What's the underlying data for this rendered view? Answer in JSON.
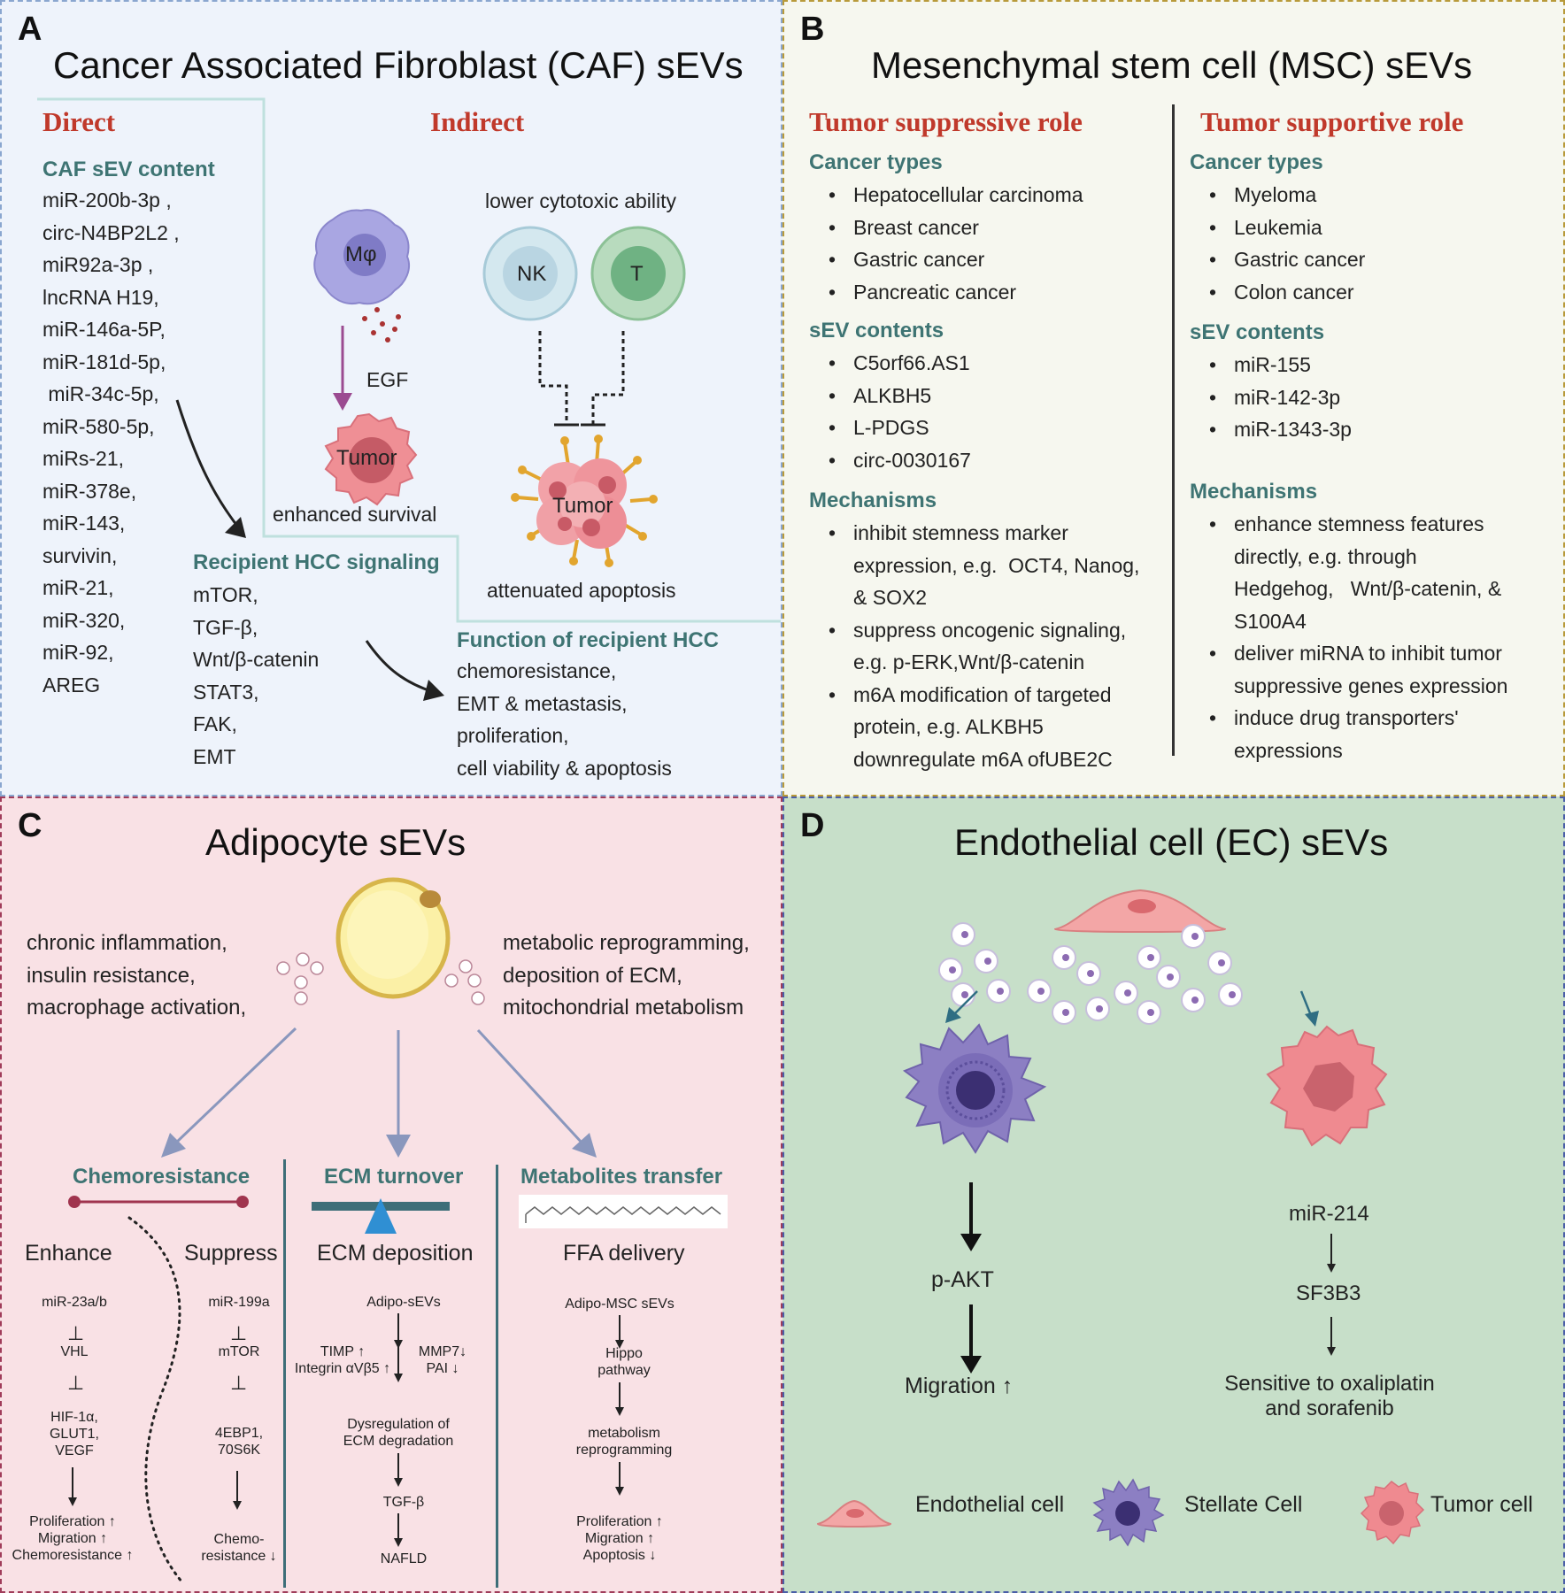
{
  "panelA": {
    "letter": "A",
    "title": "Cancer Associated Fibroblast (CAF) sEVs",
    "direct_heading": "Direct",
    "indirect_heading": "Indirect",
    "content_heading": "CAF sEV content",
    "content_items": [
      "miR-200b-3p ,",
      "circ-N4BP2L2 ,",
      "miR92a-3p ,",
      "lncRNA H19,",
      "miR-146a-5P,",
      "miR-181d-5p,",
      " miR-34c-5p,",
      "miR-580-5p,",
      "miRs-21,",
      "miR-378e,",
      "miR-143,",
      "survivin,",
      "miR-21,",
      "miR-320,",
      "miR-92,",
      "AREG"
    ],
    "macrophage_label": "Mφ",
    "egf_label": "EGF",
    "tumor_label": "Tumor",
    "enhanced_survival": "enhanced survival",
    "lower_cytotoxic": "lower cytotoxic ability",
    "nk_label": "NK",
    "t_label": "T",
    "tumor2_label": "Tumor",
    "attenuated_apoptosis": "attenuated apoptosis",
    "signaling_heading": "Recipient HCC signaling",
    "signaling_items": [
      "mTOR,",
      "TGF-β,",
      "Wnt/β-catenin",
      "STAT3,",
      "FAK,",
      "EMT"
    ],
    "function_heading": "Function of recipient HCC",
    "function_items": [
      "chemoresistance,",
      "EMT & metastasis,",
      "proliferation,",
      "cell viability & apoptosis"
    ]
  },
  "panelB": {
    "letter": "B",
    "title": "Mesenchymal stem cell (MSC) sEVs",
    "suppressive": {
      "heading": "Tumor suppressive role",
      "cancer_heading": "Cancer types",
      "cancers": [
        "Hepatocellular carcinoma",
        "Breast cancer",
        "Gastric cancer",
        "Pancreatic cancer"
      ],
      "sev_heading": "sEV contents",
      "sevs": [
        "C5orf66.AS1",
        "ALKBH5",
        "L-PDGS",
        "circ-0030167"
      ],
      "mech_heading": "Mechanisms",
      "mechs": [
        [
          "inhibit stemness marker",
          "expression, e.g.  OCT4, Nanog,",
          "& SOX2"
        ],
        [
          "suppress oncogenic signaling,",
          "e.g. p-ERK,Wnt/β-catenin"
        ],
        [
          "m6A modification of targeted",
          "protein, e.g. ALKBH5",
          "downregulate m6A ofUBE2C"
        ]
      ]
    },
    "supportive": {
      "heading": "Tumor supportive role",
      "cancer_heading": "Cancer types",
      "cancers": [
        "Myeloma",
        "Leukemia",
        "Gastric cancer",
        "Colon cancer"
      ],
      "sev_heading": "sEV contents",
      "sevs": [
        "miR-155",
        "miR-142-3p",
        "miR-1343-3p"
      ],
      "mech_heading": "Mechanisms",
      "mechs": [
        [
          "enhance stemness features",
          "directly, e.g. through",
          "Hedgehog,   Wnt/β-catenin, &",
          "S100A4"
        ],
        [
          "deliver miRNA to inhibit tumor",
          "suppressive genes expression"
        ],
        [
          "induce drug transporters'",
          "expressions"
        ]
      ]
    }
  },
  "panelC": {
    "letter": "C",
    "title": "Adipocyte sEVs",
    "left_effects": [
      "chronic inflammation,",
      "insulin resistance,",
      "macrophage activation,"
    ],
    "right_effects": [
      "metabolic reprogramming,",
      "deposition of ECM,",
      "mitochondrial metabolism"
    ],
    "chemo": {
      "heading": "Chemoresistance",
      "enhance": "Enhance",
      "suppress": "Suppress",
      "enh_1": "miR-23a/b",
      "enh_2": "VHL",
      "enh_3": "HIF-1α,\nGLUT1,\nVEGF",
      "enh_4": "Proliferation ↑\nMigration ↑\nChemoresistance ↑",
      "sup_1": "miR-199a",
      "sup_2": "mTOR",
      "sup_3": "4EBP1,\n70S6K",
      "sup_4": "Chemo-\nresistance ↓"
    },
    "ecm": {
      "heading": "ECM turnover",
      "sub": "ECM deposition",
      "s1": "Adipo-sEVs",
      "s2l": "TIMP ↑\nIntegrin αVβ5 ↑",
      "s2r": "MMP7↓\nPAI ↓",
      "s3": "Dysregulation of\nECM degradation",
      "s4": "TGF-β",
      "s5": "NAFLD"
    },
    "metab": {
      "heading": "Metabolites transfer",
      "sub": "FFA delivery",
      "s1": "Adipo-MSC sEVs",
      "s2": "Hippo\npathway",
      "s3": "metabolism\nreprogramming",
      "s4": "Proliferation ↑\nMigration ↑\nApoptosis ↓"
    }
  },
  "panelD": {
    "letter": "D",
    "title": "Endothelial cell (EC) sEVs",
    "pakt": "p-AKT",
    "migration": "Migration ↑",
    "mir214": "miR-214",
    "sf3b3": "SF3B3",
    "sensitive": "Sensitive to oxaliplatin\nand sorafenib",
    "legend": [
      "Endothelial cell",
      "Stellate Cell",
      "Tumor cell"
    ]
  },
  "colors": {
    "panelA_bg": "#eef3fb",
    "panelB_bg": "#f6f7ef",
    "panelC_bg": "#f9e1e5",
    "panelD_bg": "#c7dfc9",
    "heading_red": "#c0392b",
    "heading_teal": "#3e7473"
  }
}
